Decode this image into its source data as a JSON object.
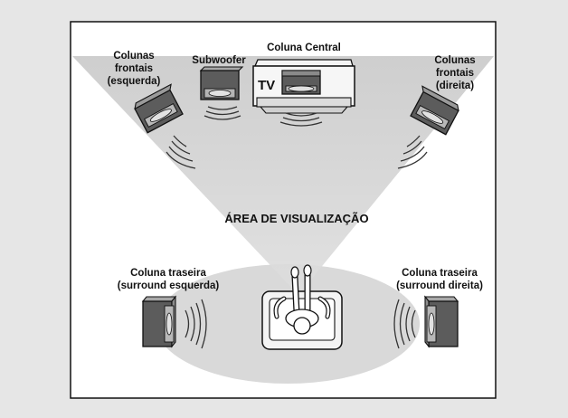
{
  "diagram": {
    "labels": {
      "front_left": [
        "Colunas",
        "frontais",
        "(esquerda)"
      ],
      "subwoofer": "Subwoofer",
      "center": "Coluna Central",
      "tv": "TV",
      "front_right": [
        "Colunas",
        "frontais",
        "(direita)"
      ],
      "viewing_area": "ÁREA DE VISUALIZAÇÃO",
      "rear_left": [
        "Coluna traseira",
        "(surround esquerda)"
      ],
      "rear_right": [
        "Coluna traseira",
        "(surround direita)"
      ]
    },
    "icons": {
      "front_left_speaker": "speaker-icon",
      "front_right_speaker": "speaker-icon",
      "subwoofer": "subwoofer-icon",
      "center_speaker": "center-speaker-icon",
      "tv": "tv-icon",
      "rear_left_speaker": "speaker-icon",
      "rear_right_speaker": "speaker-icon",
      "listener": "person-on-sofa-icon"
    },
    "colors": {
      "background": "#e6e6e6",
      "panel": "#ffffff",
      "cone": "#d4d4d4",
      "floor_ellipse": "#dadada",
      "speaker_dark": "#5c5c5c",
      "speaker_light": "#a8a8a8",
      "outline": "#111111"
    }
  }
}
